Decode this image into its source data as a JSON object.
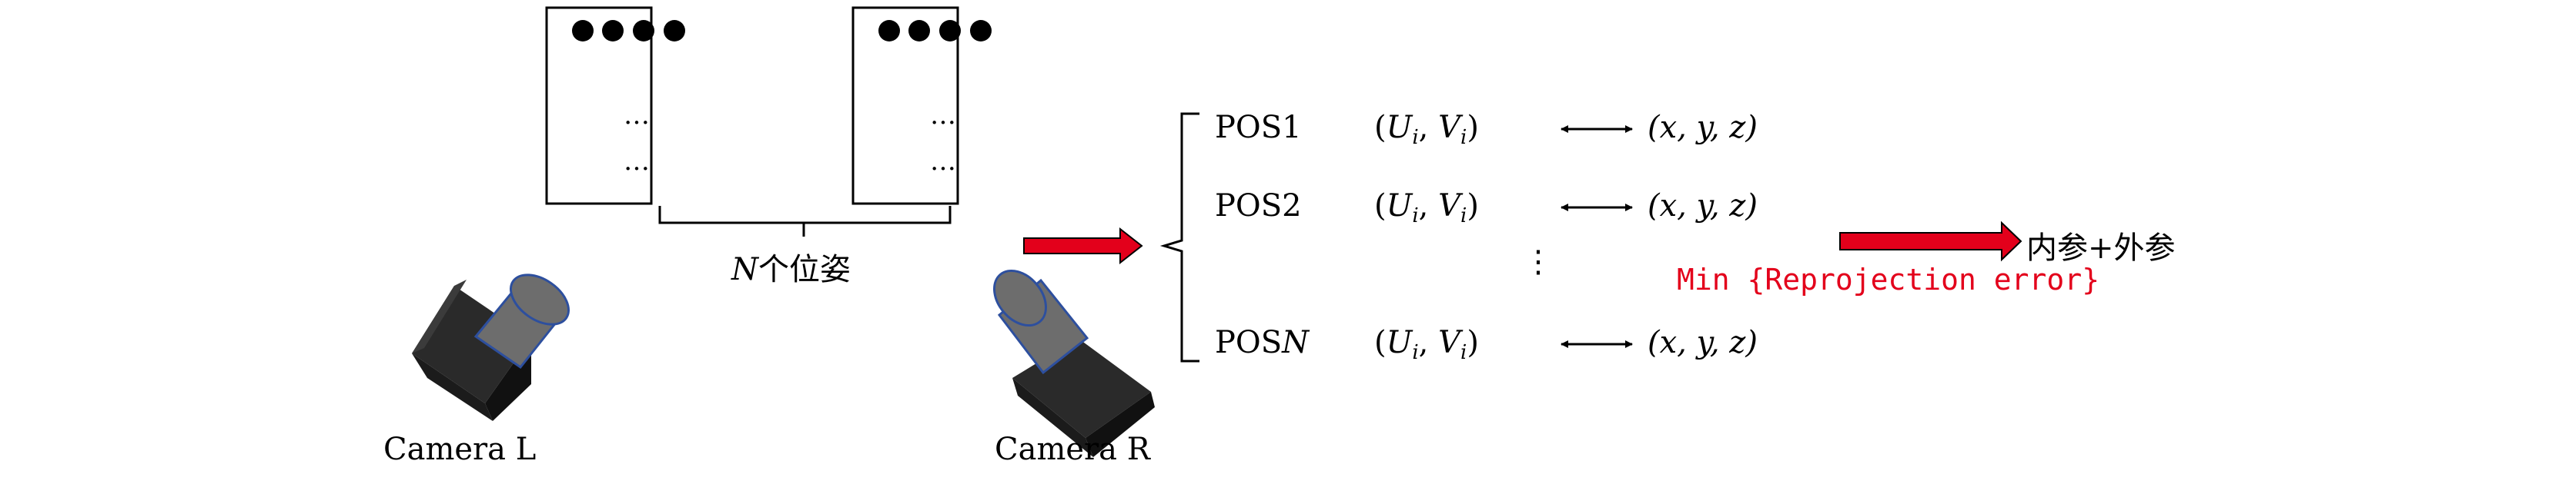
{
  "cameras": {
    "left_label": "Camera L",
    "right_label": "Camera R"
  },
  "boards": {
    "ellipsis_glyph": "…",
    "poses_label_var": "N",
    "poses_label_text": "个位姿"
  },
  "positions": [
    {
      "name": "POS1",
      "uv_open": "(",
      "U": "U",
      "i1": "i",
      "sep": ", ",
      "V": "V",
      "i2": "i",
      "uv_close": ")",
      "xyz": "(x, y, z)"
    },
    {
      "name": "POS2",
      "uv_open": "(",
      "U": "U",
      "i1": "i",
      "sep": ", ",
      "V": "V",
      "i2": "i",
      "uv_close": ")",
      "xyz": "(x, y, z)"
    },
    {
      "name": "POSN",
      "name_prefix": "POS",
      "name_var": "N",
      "uv_open": "(",
      "U": "U",
      "i1": "i",
      "sep": ", ",
      "V": "V",
      "i2": "i",
      "uv_close": ")",
      "xyz": "(x, y, z)"
    }
  ],
  "vdots": "⋮",
  "result": {
    "label": "内参+外参",
    "objective": "Min {Reprojection error}"
  },
  "colors": {
    "arrow_fill": "#e3001b",
    "objective_text": "#e3001b",
    "lens_fill": "#6d6d6d",
    "lens_stroke": "#2d4f9e",
    "body_dark": "#111111",
    "body_mid": "#2a2a2a"
  }
}
